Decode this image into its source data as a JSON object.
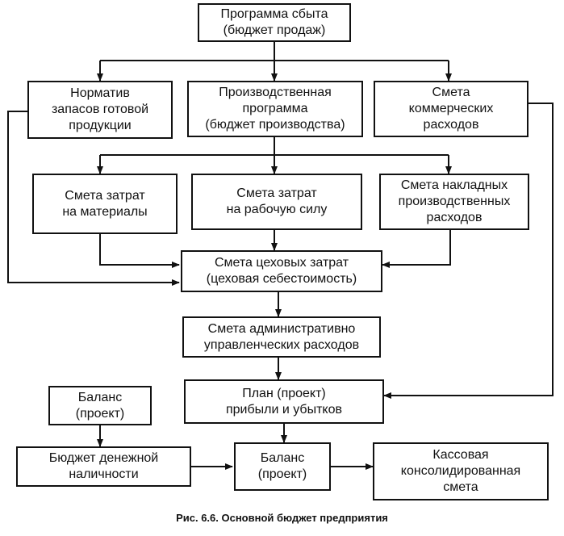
{
  "diagram": {
    "nodes": {
      "sales_program": {
        "lines": [
          "Программа сбыта",
          "(бюджет продаж)"
        ]
      },
      "inventory_norm": {
        "lines": [
          "Норматив",
          "запасов готовой",
          "продукции"
        ]
      },
      "production_program": {
        "lines": [
          "Производственная",
          "программа",
          "(бюджет производства)"
        ]
      },
      "commercial_costs": {
        "lines": [
          "Смета",
          "коммерческих",
          "расходов"
        ]
      },
      "materials_costs": {
        "lines": [
          "Смета затрат",
          "на материалы"
        ]
      },
      "labor_costs": {
        "lines": [
          "Смета затрат",
          "на рабочую силу"
        ]
      },
      "overhead_costs": {
        "lines": [
          "Смета накладных",
          "производственных",
          "расходов"
        ]
      },
      "shop_costs": {
        "lines": [
          "Смета цеховых затрат",
          "(цеховая себестоимость)"
        ]
      },
      "admin_costs": {
        "lines": [
          "Смета административно",
          "управленческих расходов"
        ]
      },
      "balance_top": {
        "lines": [
          "Баланс",
          "(проект)"
        ]
      },
      "profit_plan": {
        "lines": [
          "План (проект)",
          "прибыли и убытков"
        ]
      },
      "cash_budget": {
        "lines": [
          "Бюджет денежной",
          "наличности"
        ]
      },
      "balance_bottom": {
        "lines": [
          "Баланс",
          "(проект)"
        ]
      },
      "cash_consolidated": {
        "lines": [
          "Кассовая",
          "консолидированная",
          "смета"
        ]
      }
    },
    "caption": "Рис. 6.6. Основной бюджет предприятия"
  }
}
